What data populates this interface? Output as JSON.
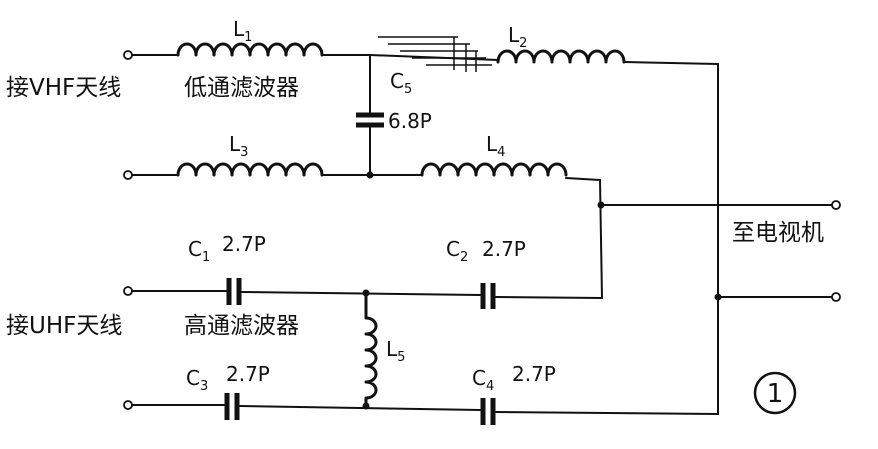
{
  "inputs": {
    "vhf_label": "接VHF天线",
    "uhf_label": "接UHF天线"
  },
  "filters": {
    "low_pass_label": "低通滤波器",
    "high_pass_label": "高通滤波器"
  },
  "output": {
    "label": "至电视机"
  },
  "components": {
    "L1": {
      "letter": "L",
      "sub": "1"
    },
    "L2": {
      "letter": "L",
      "sub": "2"
    },
    "L3": {
      "letter": "L",
      "sub": "3"
    },
    "L4": {
      "letter": "L",
      "sub": "4"
    },
    "L5": {
      "letter": "L",
      "sub": "5"
    },
    "C5": {
      "letter": "C",
      "sub": "5",
      "value": "6.8P"
    },
    "C1": {
      "letter": "C",
      "sub": "1",
      "value": "2.7P"
    },
    "C2": {
      "letter": "C",
      "sub": "2",
      "value": "2.7P"
    },
    "C3": {
      "letter": "C",
      "sub": "3",
      "value": "2.7P"
    },
    "C4": {
      "letter": "C",
      "sub": "4",
      "value": "2.7P"
    }
  },
  "figure_number": "1"
}
